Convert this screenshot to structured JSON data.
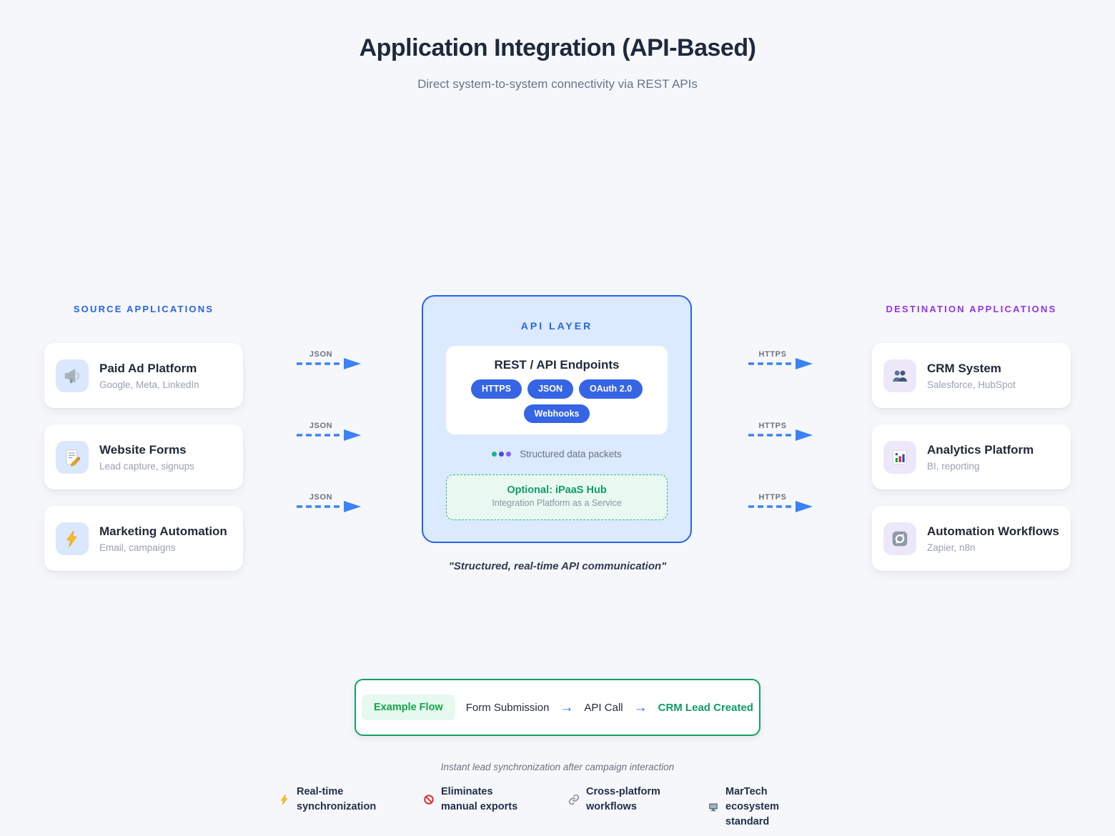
{
  "header": {
    "title": "Application Integration (API-Based)",
    "subtitle": "Direct system-to-system connectivity via REST APIs"
  },
  "source": {
    "label": "SOURCE APPLICATIONS",
    "cards": [
      {
        "icon": "megaphone-icon",
        "title": "Paid Ad Platform",
        "subtitle": "Google, Meta, LinkedIn"
      },
      {
        "icon": "memo-icon",
        "title": "Website Forms",
        "subtitle": "Lead capture, signups"
      },
      {
        "icon": "lightning-icon",
        "title": "Marketing Automation",
        "subtitle": "Email, campaigns"
      }
    ]
  },
  "destination": {
    "label": "DESTINATION APPLICATIONS",
    "cards": [
      {
        "icon": "people-icon",
        "title": "CRM System",
        "subtitle": "Salesforce, HubSpot"
      },
      {
        "icon": "bar-chart-icon",
        "title": "Analytics Platform",
        "subtitle": "BI, reporting"
      },
      {
        "icon": "sync-icon",
        "title": "Automation Workflows",
        "subtitle": "Zapier, n8n"
      }
    ]
  },
  "flows": {
    "left_label": "JSON",
    "right_label": "HTTPS"
  },
  "api_layer": {
    "label": "API LAYER",
    "endpoints_title": "REST / API Endpoints",
    "pills": [
      "HTTPS",
      "JSON",
      "OAuth 2.0",
      "Webhooks"
    ],
    "packets_label": "Structured data packets",
    "optional_title": "Optional: iPaaS Hub",
    "optional_subtitle": "Integration Platform as a Service",
    "quote": "\"Structured, real-time API communication\""
  },
  "example_flow": {
    "badge": "Example Flow",
    "steps": [
      "Form Submission",
      "API Call",
      "CRM Lead Created"
    ],
    "arrow": "→"
  },
  "caption": "Instant lead synchronization after campaign interaction",
  "footer": {
    "items": [
      {
        "icon": "bolt-icon",
        "text": "Real-time synchronization"
      },
      {
        "icon": "no-entry-icon",
        "text": "Eliminates manual exports"
      },
      {
        "icon": "link-icon",
        "text": "Cross-platform workflows"
      },
      {
        "icon": "computer-icon",
        "text": "MarTech ecosystem standard"
      }
    ]
  },
  "colors": {
    "accent_blue": "#2563eb",
    "accent_purple": "#9333ea",
    "accent_green": "#16a34a",
    "pill_blue": "#3565e4",
    "arrow_blue": "#3b82f6",
    "dot_green": "#10b981",
    "dot_indigo": "#4f46e5",
    "dot_purple": "#8b5cf6"
  }
}
